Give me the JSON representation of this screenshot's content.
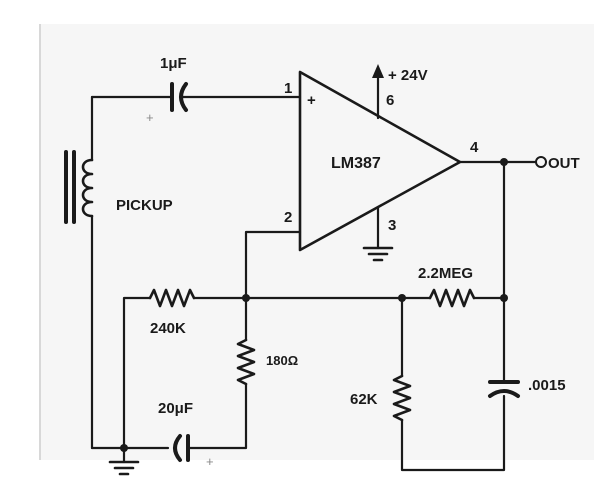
{
  "colors": {
    "ink": "#1a1a1a",
    "paper": "#f6f6f6",
    "frame": "#d8d8d8"
  },
  "amplifier": {
    "name": "LM387",
    "pin1": "1",
    "pin2": "2",
    "pin3": "3",
    "pin4": "4",
    "pin6": "6"
  },
  "supply": {
    "label": "+ 24V"
  },
  "output": {
    "label": "OUT"
  },
  "components": {
    "c_input": "1μF",
    "pickup": "PICKUP",
    "r_240k": "240K",
    "r_180": "180Ω",
    "c_20": "20μF",
    "r_2meg": "2.2MEG",
    "r_62k": "62K",
    "c_0015": ".0015"
  },
  "polarity": {
    "plus": "+"
  }
}
